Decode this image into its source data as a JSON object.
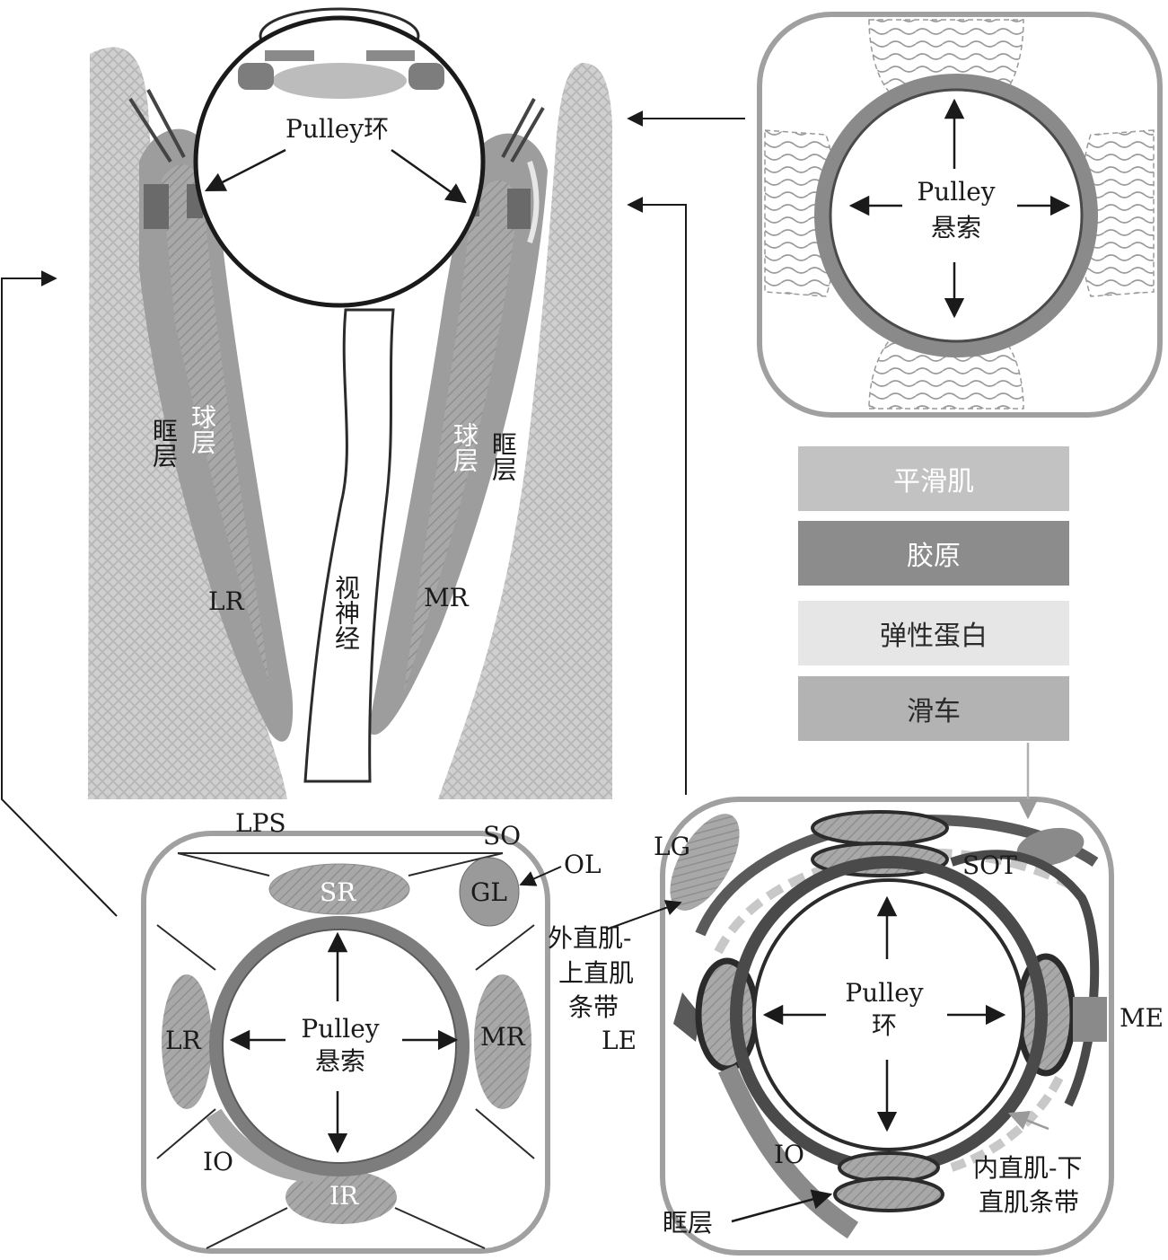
{
  "labels": {
    "pulley_ring_top": "Pulley环",
    "orbital_layer_left": "眶层",
    "global_layer_left": "球层",
    "global_layer_right": "球层",
    "orbital_layer_right": "眶层",
    "lr_top": "LR",
    "mr_top": "MR",
    "optic_nerve": "视神经",
    "pulley_sling_tr_1": "Pulley",
    "pulley_sling_tr_2": "悬索",
    "lps": "LPS",
    "so": "SO",
    "ol": "OL",
    "gl": "GL",
    "sr": "SR",
    "lr_bl": "LR",
    "mr_bl": "MR",
    "io_bl": "IO",
    "ir": "IR",
    "pulley_sling_bl_1": "Pulley",
    "pulley_sling_bl_2": "悬索",
    "lg": "LG",
    "lr_sr_band_1": "外直肌-",
    "lr_sr_band_2": "上直肌",
    "lr_sr_band_3": "条带",
    "le": "LE",
    "sot": "SOT",
    "me": "ME",
    "pulley_ring_br_1": "Pulley",
    "pulley_ring_br_2": "环",
    "io_br": "IO",
    "mr_ir_band_1": "内直肌-下",
    "mr_ir_band_2": "直肌条带",
    "orbital_layer_bottom": "眶层"
  },
  "legend": [
    {
      "label": "平滑肌",
      "color": "#c2c2c2",
      "text_color": "#ffffff"
    },
    {
      "label": "胶原",
      "color": "#8c8c8c",
      "text_color": "#ffffff"
    },
    {
      "label": "弹性蛋白",
      "color": "#e6e6e6",
      "text_color": "#2a2a2a"
    },
    {
      "label": "滑车",
      "color": "#b3b3b3",
      "text_color": "#2a2a2a"
    }
  ],
  "colors": {
    "smooth_muscle": "#c2c2c2",
    "collagen": "#8c8c8c",
    "elastin": "#e6e6e6",
    "trochlea": "#b3b3b3",
    "muscle": "#a6a6a6",
    "outline": "#2b2b2b",
    "frame": "#a0a0a0"
  }
}
